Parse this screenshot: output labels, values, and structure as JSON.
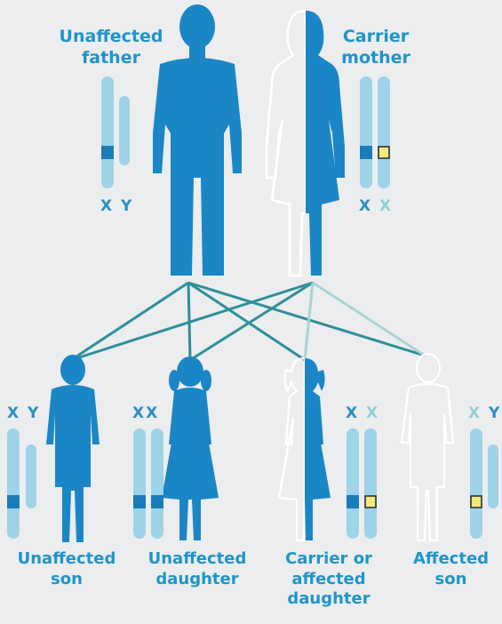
{
  "colors": {
    "figure": "#1a86c5",
    "chromosome": "#9ed3ea",
    "gene_normal": "#1a7db8",
    "gene_altered": "#f3e87a",
    "line_dark": "#2f8f9a",
    "line_light": "#a8d4d4",
    "label": "#1f95c9"
  },
  "parents": {
    "father": {
      "line1": "Unaffected",
      "line2": "father",
      "chr1": "X",
      "chr2": "Y"
    },
    "mother": {
      "line1": "Carrier",
      "line2": "mother",
      "chr1": "X",
      "chr2": "X"
    }
  },
  "children": [
    {
      "line1": "Unaffected",
      "line2": "son",
      "line3": "",
      "chr1": "X",
      "chr2": "Y"
    },
    {
      "line1": "Unaffected",
      "line2": "daughter",
      "line3": "",
      "chr1": "X",
      "chr2": "X"
    },
    {
      "line1": "Carrier or",
      "line2": "affected",
      "line3": "daughter",
      "chr1": "X",
      "chr2": "X"
    },
    {
      "line1": "Affected",
      "line2": "son",
      "line3": "",
      "chr1": "X",
      "chr2": "Y"
    }
  ]
}
